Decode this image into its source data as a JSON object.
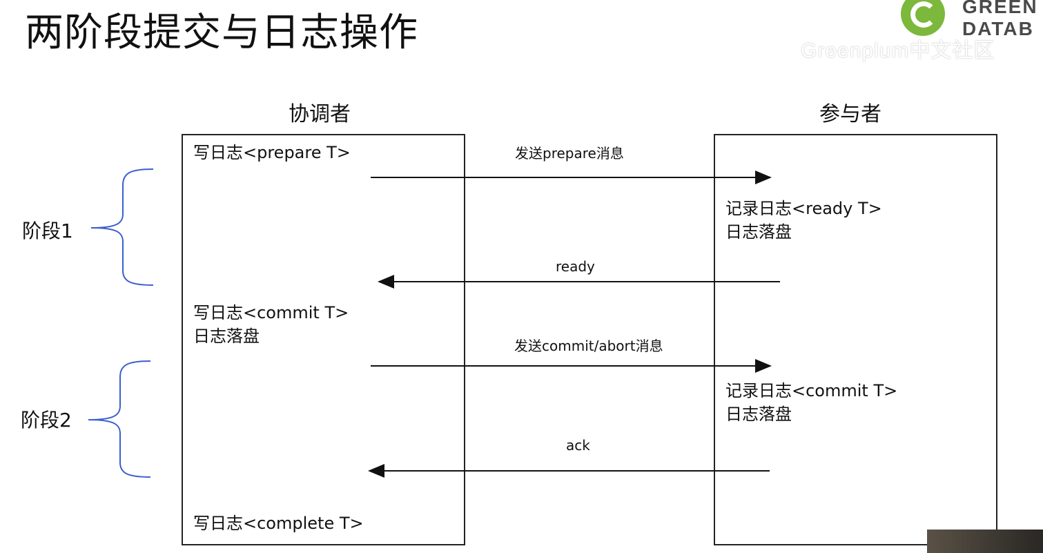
{
  "slide": {
    "title": "两阶段提交与日志操作",
    "logo_text_line1": "GREEN",
    "logo_text_line2": "DATAB",
    "watermark": "Greenplum中文社区"
  },
  "coordinator": {
    "heading": "协调者",
    "entries": {
      "prepare_log": "写日志<prepare T>",
      "commit_log": "写日志<commit T>",
      "commit_flush": "日志落盘",
      "complete_log": "写日志<complete T>"
    }
  },
  "participant": {
    "heading": "参与者",
    "entries": {
      "ready_log": "记录日志<ready T>",
      "ready_flush": "日志落盘",
      "commit_log": "记录日志<commit T>",
      "commit_flush": "日志落盘"
    }
  },
  "messages": {
    "send_prepare": "发送prepare消息",
    "ready": "ready",
    "send_commit_abort": "发送commit/abort消息",
    "ack": "ack"
  },
  "phases": {
    "phase1": "阶段1",
    "phase2": "阶段2"
  },
  "colors": {
    "brace": "#3a5fcd",
    "line": "#111111",
    "logo_green": "#7cb83b"
  }
}
